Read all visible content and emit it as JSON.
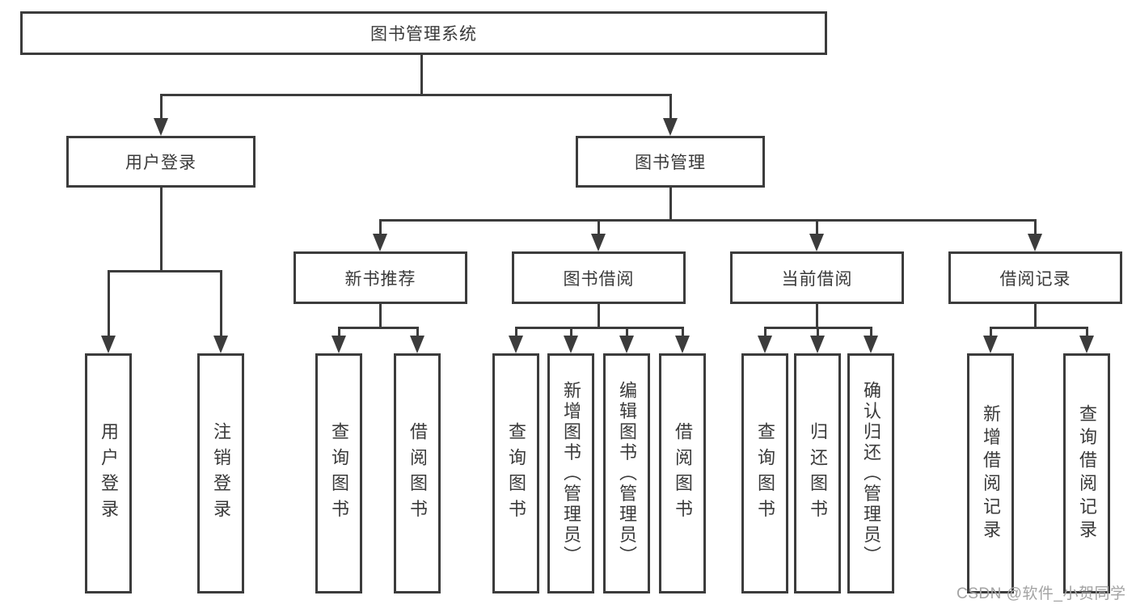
{
  "title": "图书管理系统",
  "branches": [
    {
      "label": "用户登录",
      "leaves": [
        "用户登录",
        "注销登录"
      ]
    },
    {
      "label": "图书管理"
    }
  ],
  "subBranches": [
    {
      "label": "新书推荐",
      "leaves": [
        "查询图书",
        "借阅图书"
      ]
    },
    {
      "label": "图书借阅",
      "leaves": [
        "查询图书",
        "新增图书（管理员）",
        "编辑图书（管理员）",
        "借阅图书"
      ]
    },
    {
      "label": "当前借阅",
      "leaves": [
        "查询图书",
        "归还图书",
        "确认归还（管理员）"
      ]
    },
    {
      "label": "借阅记录",
      "leaves": [
        "新增借阅记录",
        "查询借阅记录"
      ]
    }
  ],
  "watermark": "CSDN @软件_小贺同学",
  "colors": {
    "line": "#3c3c3c",
    "text": "#3a3a3a",
    "watermark": "#a3a3a3",
    "background": "#ffffff"
  }
}
